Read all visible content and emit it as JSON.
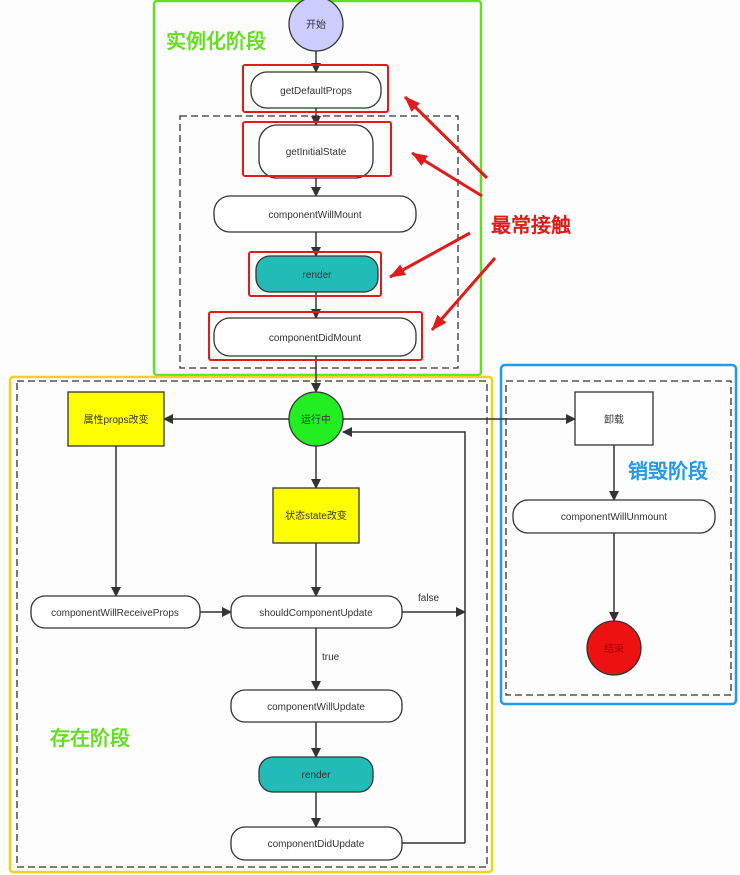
{
  "colors": {
    "instantiation": "#66dd22",
    "existence": "#f2d21a",
    "destruction": "#2299ee",
    "highlight": "#e21a1a",
    "teal": "#22bbb8",
    "yellow": "#ffff00",
    "start": "#ccccff",
    "running": "#22ee22",
    "end": "#ee1111"
  },
  "stages": {
    "instantiation": "实例化阶段",
    "existence": "存在阶段",
    "destruction": "销毁阶段",
    "most_used": "最常接触"
  },
  "nodes": {
    "start": "开始",
    "getDefaultProps": "getDefaultProps",
    "getInitialState": "getInitialState",
    "componentWillMount": "componentWillMount",
    "render1": "render",
    "componentDidMount": "componentDidMount",
    "running": "运行中",
    "props_change": "属性props改变",
    "state_change": "状态state改变",
    "componentWillReceiveProps": "componentWillReceiveProps",
    "shouldComponentUpdate": "shouldComponentUpdate",
    "componentWillUpdate": "componentWillUpdate",
    "render2": "render",
    "componentDidUpdate": "componentDidUpdate",
    "unmount": "卸载",
    "componentWillUnmount": "componentWillUnmount",
    "end": "结束"
  },
  "edges": {
    "false": "false",
    "true": "true"
  }
}
